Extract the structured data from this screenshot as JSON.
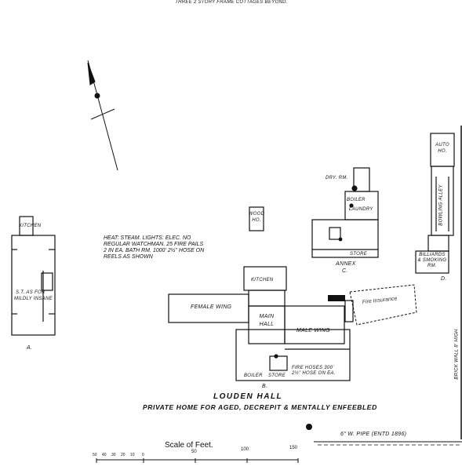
{
  "top_note": "THREE 2 STORY FRAME COTTAGES BEYOND.",
  "title": "LOUDEN HALL",
  "subtitle": "PRIVATE HOME FOR AGED, DECREPIT & MENTALLY ENFEEBLED",
  "heat_note": [
    "HEAT: STEAM. LIGHTS: ELEC. NO",
    "REGULAR WATCHMAN. 25 FIRE PAILS",
    "2 IN EA. BATH RM. 1000' 2½\" HOSE ON",
    "REELS AS SHOWN"
  ],
  "buildings": {
    "a": {
      "kitchen": "KITCHEN",
      "use": [
        "S.T. AS FOR",
        "MILDLY INSANE"
      ],
      "letter": "A."
    },
    "b": {
      "letter": "B.",
      "main_hall": [
        "MAIN",
        "HALL"
      ],
      "female_wing": "FEMALE WING",
      "male_wing": "MALE WING",
      "kitchen": "KITCHEN",
      "store": "STORE",
      "boiler": "BOILER",
      "fire_note": [
        "FIRE HOSES 300'",
        "2½\" HOSE ON EA."
      ]
    },
    "c": {
      "letter": "C.",
      "annex": "ANNEX",
      "laundry": "LAUNDRY",
      "store": "STORE",
      "other": [
        "DRY. RM.",
        "BOILER"
      ]
    },
    "d": {
      "letter": "D.",
      "billiards": [
        "BILLIARDS",
        "& SMOKING",
        "RM."
      ]
    },
    "auto": {
      "label": [
        "AUTO",
        "HO."
      ]
    },
    "wood": {
      "label": [
        "WOOD",
        "HO."
      ]
    }
  },
  "street_labels": {
    "bowling_alley": "BOWLING ALLEY",
    "brick_wall": "BRICK WALL 8' HIGH"
  },
  "pipe_note": "6\" W. PIPE (ENTD 1896)",
  "scale": {
    "title": "Scale of Feet.",
    "ticks": [
      "50",
      "40",
      "30",
      "20",
      "10",
      "0",
      "50",
      "100",
      "150"
    ]
  },
  "stamp": "Fire Insurance"
}
